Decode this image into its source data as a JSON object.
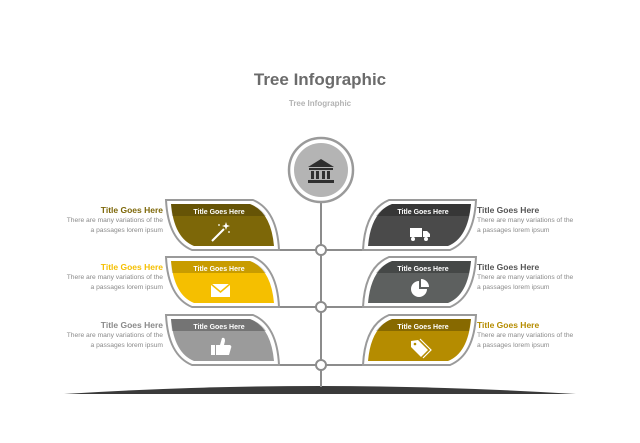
{
  "header": {
    "title": "Tree Infographic",
    "subtitle": "Tree Infographic"
  },
  "colors": {
    "olive": "#7d6708",
    "gold": "#f5bf00",
    "light_gray": "#9b9b9b",
    "dark_gray": "#4a4a4a",
    "slate": "#5d605f",
    "mustard": "#b58c00",
    "outline": "#8c8c8c",
    "ground": "#3a3a3a"
  },
  "root": {
    "icon": "bank-building-icon"
  },
  "leaves": [
    {
      "id": "left-1",
      "label": "Title Goes Here",
      "icon": "magic-wand-icon",
      "color": "#7d6708",
      "side_title": "Title Goes Here",
      "side_title_color": "#7d6708",
      "side_desc_1": "There are many variations of the",
      "side_desc_2": "a passages lorem ipsum"
    },
    {
      "id": "left-2",
      "label": "Title Goes Here",
      "icon": "envelope-icon",
      "color": "#f5bf00",
      "side_title": "Title Goes Here",
      "side_title_color": "#f5bf00",
      "side_desc_1": "There are many variations of the",
      "side_desc_2": "a passages lorem ipsum"
    },
    {
      "id": "left-3",
      "label": "Title Goes Here",
      "icon": "thumbs-up-icon",
      "color": "#9b9b9b",
      "side_title": "Title Goes Here",
      "side_title_color": "#8a8a8a",
      "side_desc_1": "There are many variations of the",
      "side_desc_2": "a passages lorem ipsum"
    },
    {
      "id": "right-1",
      "label": "Title Goes Here",
      "icon": "truck-icon",
      "color": "#4a4a4a",
      "side_title": "Title Goes Here",
      "side_title_color": "#555555",
      "side_desc_1": "There are many variations of the",
      "side_desc_2": "a passages lorem ipsum"
    },
    {
      "id": "right-2",
      "label": "Title Goes Here",
      "icon": "pie-chart-icon",
      "color": "#5d605f",
      "side_title": "Title Goes Here",
      "side_title_color": "#555555",
      "side_desc_1": "There are many variations of the",
      "side_desc_2": "a passages lorem ipsum"
    },
    {
      "id": "right-3",
      "label": "Title Goes Here",
      "icon": "price-tag-icon",
      "color": "#b58c00",
      "side_title": "Title Goes Here",
      "side_title_color": "#b58c00",
      "side_desc_1": "There are many variations of the",
      "side_desc_2": "a passages lorem ipsum"
    }
  ]
}
